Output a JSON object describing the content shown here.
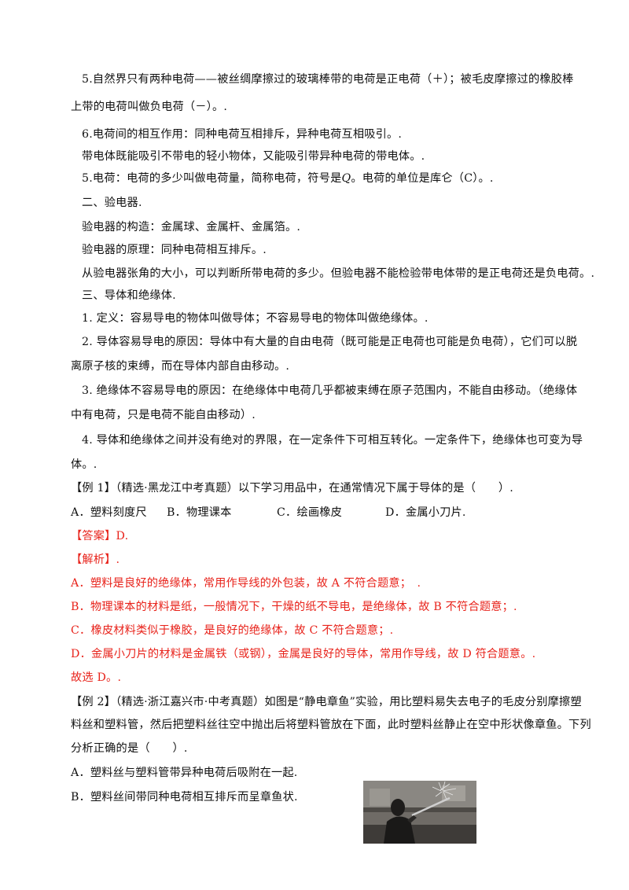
{
  "lines": [
    "5.自然界只有两种电荷——被丝绸摩擦过的玻璃棒带的电荷是正电荷（＋）；被毛皮摩擦过的橡胶棒",
    "上带的电荷叫做负电荷（－）。.",
    "6.电荷间的相互作用：同种电荷互相排斥，异种电荷互相吸引。.",
    "带电体既能吸引不带电的轻小物体，又能吸引带异种电荷的带电体。.",
    "5.电荷：电荷的多少叫做电荷量，简称电荷，符号是",
    "二、验电器.",
    "验电器的构造：金属球、金属杆、金属箔。.",
    "验电器的原理：同种电荷相互排斥。.",
    "从验电器张角的大小，可以判断所带电荷的多少。但验电器不能检验带电体带的是正电荷还是负电荷。.",
    "三、导体和绝缘体.",
    "1. 定义：容易导电的物体叫做导体；不容易导电的物体叫做绝缘体。.",
    "2. 导体容易导电的原因：导体中有大量的自由电荷（既可能是正电荷也可能是负电荷），它们可以脱",
    "离原子核的束缚，而在导体内部自由移动。.",
    "3. 绝缘体不容易导电的原因：在绝缘体中电荷几乎都被束缚在原子范围内，不能自由移动。（绝缘体",
    "中有电荷，只是电荷不能自由移动）.",
    "4. 导体和绝缘体之间并没有绝对的界限，在一定条件下可相互转化。一定条件下，绝缘体也可变为导",
    "体。.",
    "【例 1】（精选·黑龙江中考真题）以下学习用品中，在通常情况下属于导体的是（　　）.",
    "A．塑料刻度尺",
    "B．物理课本",
    "C．绘画橡皮",
    "D．金属小刀片.",
    "【答案】D.",
    "【解析】.",
    "A．塑料是良好的绝缘体，常用作导线的外包装，故 A 不符合题意；　.",
    "B．物理课本的材料是纸，一般情况下，干燥的纸不导电，是绝缘体，故 B 不符合题意；.",
    "C．橡皮材料类似于橡胶，是良好的绝缘体，故 C 不符合题意；.",
    "D．金属小刀片的材料是金属铁（或钢），金属是良好的导体，常用作导线，故 D 符合题意。.",
    "故选 D。.",
    "【例 2】（精选·浙江嘉兴市·中考真题）如图是“静电章鱼”实验，用比塑料易失去电子的毛皮分别摩擦塑",
    "料丝和塑料管，然后把塑料丝往空中抛出后将塑料管放在下面，此时塑料丝静止在空中形状像章鱼。下列",
    "分析正确的是（　　）.",
    "A．塑料丝与塑料管带异种电荷后吸附在一起.",
    "B．塑料丝间带同种电荷相互排斥而呈章鱼状."
  ],
  "charge_symbol": "Q",
  "charge_unit_text": "。电荷的单位是库仑（C）。.",
  "colors": {
    "text": "#111111",
    "answer_red": "#e8231b"
  }
}
